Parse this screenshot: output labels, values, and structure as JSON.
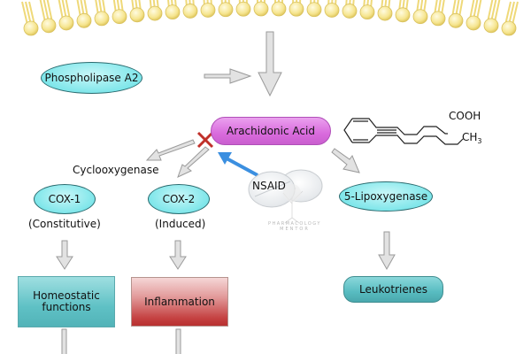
{
  "membrane": {
    "name": "phospholipid-bilayer",
    "head_color": "#f6e58f"
  },
  "nodes": {
    "phospholipase": "Phospholipase A2",
    "arachidonic_acid": "Arachidonic Acid",
    "cyclooxygenase": "Cyclooxygenase",
    "cox1": "COX-1",
    "cox1_note": "(Constitutive)",
    "cox2": "COX-2",
    "cox2_note": "(Induced)",
    "nsaid": "NSAID",
    "lipoxygenase": "5-Lipoxygenase",
    "homeostatic": "Homeostatic functions",
    "inflammation": "Inflammation",
    "leukotrienes": "Leukotrienes"
  },
  "structure": {
    "cooh": "COOH",
    "ch3": "CH",
    "ch3_sub": "3"
  },
  "watermark": {
    "line1": "PHARMACOLOGY",
    "line2": "MENTOR"
  },
  "colors": {
    "arrow_fill": "#e2e2e2",
    "arrow_stroke": "#9a9a9a",
    "inhibit_arrow": "#3b8fe0",
    "block_x": "#c0302a"
  }
}
